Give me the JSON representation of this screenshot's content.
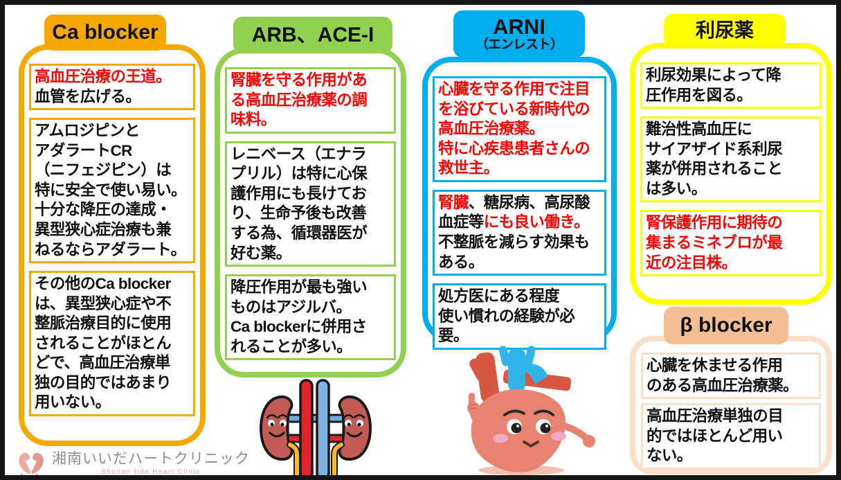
{
  "page": {
    "background": "#FFFFFF",
    "border_color": "#161616",
    "accent_red": "#FF0000",
    "text_black": "#111111"
  },
  "columns": [
    {
      "id": "ca-blocker",
      "header": "Ca blocker",
      "color": "#F5A900",
      "boxes": [
        {
          "segments": [
            {
              "text": "高血圧治療の王道。",
              "color": "#FF0000"
            },
            {
              "text": "\n血管を広げる。",
              "color": "#111111"
            }
          ]
        },
        {
          "segments": [
            {
              "text": "アムロジピンと\nアダラートCR\n（ニフェジピン）は\n特に安全で使い易い。\n十分な降圧の達成・\n異型狭心症治療も兼\nねるならアダラート。",
              "color": "#111111"
            }
          ]
        },
        {
          "segments": [
            {
              "text": "その他のCa blocker\nは、異型狭心症や不\n整脈治療目的に使用\nされることがほとん\nどで、高血圧治療単\n独の目的ではあまり\n用いない。",
              "color": "#111111"
            }
          ]
        }
      ]
    },
    {
      "id": "arb-acei",
      "header": "ARB、ACE-I",
      "color": "#92D050",
      "boxes": [
        {
          "segments": [
            {
              "text": "腎臓を守る作用があ\nる高血圧治療薬の調\n味料。",
              "color": "#FF0000"
            }
          ]
        },
        {
          "segments": [
            {
              "text": "レニベース（エナラ\nプリル）は特に心保\n護作用にも長けてお\nり、生命予後も改善\nする為、循環器医が\n好む薬。",
              "color": "#111111"
            }
          ]
        },
        {
          "segments": [
            {
              "text": "降圧作用が最も強い\nものはアジルバ。\nCa blockerに併用さ\nれることが多い。",
              "color": "#111111"
            }
          ]
        }
      ]
    },
    {
      "id": "arni",
      "header": "ARNI",
      "subheader": "（エンレスト）",
      "color": "#00AEEF",
      "boxes": [
        {
          "segments": [
            {
              "text": "心臓を守る作用で注目\nを浴びている新時代の\n高血圧治療薬。\n特に心疾患患者さんの\n救世主。",
              "color": "#FF0000"
            }
          ]
        },
        {
          "segments": [
            {
              "text": "腎臓",
              "color": "#FF0000"
            },
            {
              "text": "、糖尿病、高尿酸\n血症等",
              "color": "#111111"
            },
            {
              "text": "にも良い働き。",
              "color": "#FF0000"
            },
            {
              "text": "\n不整脈を減らす効果も\nある。",
              "color": "#111111"
            }
          ]
        },
        {
          "segments": [
            {
              "text": "処方医にある程度\n使い慣れの経験が必要。",
              "color": "#111111"
            }
          ]
        }
      ]
    },
    {
      "id": "diuretic",
      "header": "利尿薬",
      "color": "#FFFF00",
      "boxes": [
        {
          "segments": [
            {
              "text": "利尿効果によって降\n圧作用を図る。",
              "color": "#111111"
            }
          ]
        },
        {
          "segments": [
            {
              "text": "難治性高血圧に\nサイアザイド系利尿\n薬が併用されること\nは多い。",
              "color": "#111111"
            }
          ]
        },
        {
          "segments": [
            {
              "text": "腎保護作用に期待の\n集まるミネブロが最\n近の注目株。",
              "color": "#FF0000"
            }
          ]
        }
      ]
    },
    {
      "id": "beta-blocker",
      "header": "β blocker",
      "color": "#F3BE94",
      "frame_color": "#FADFCA",
      "boxes": [
        {
          "segments": [
            {
              "text": "心臓を休ませる作用\nのある高血圧治療薬。",
              "color": "#111111"
            }
          ]
        },
        {
          "segments": [
            {
              "text": "高血圧治療単独の目\n的ではほとんど用い\nない。",
              "color": "#111111"
            }
          ]
        }
      ]
    }
  ],
  "logo": {
    "clinic_name": "湘南いいだハートクリニック",
    "clinic_name_en": "Shonan Iida Heart Clinic",
    "name_color": "#8E8E8E",
    "en_color": "#EFA2AB",
    "icon_color": "#E8A49E"
  },
  "illustrations": {
    "kidney": "kidneys-with-vessels-cartoon",
    "heart": "heart-character-cartoon"
  }
}
